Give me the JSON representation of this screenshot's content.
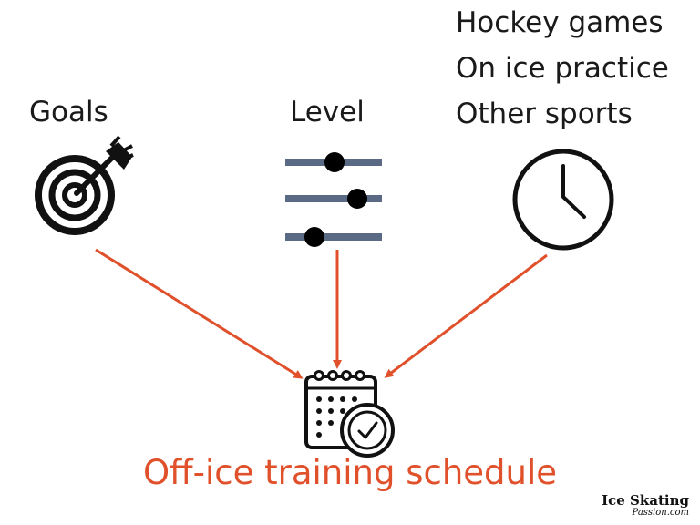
{
  "nodes": {
    "goals": "Goals",
    "level": "Level",
    "time_factors": [
      "Hockey games",
      "On ice practice",
      "Other sports"
    ],
    "output": "Off-ice training schedule"
  },
  "icons": {
    "goals": "target-arrow-icon",
    "level": "slider-levels-icon",
    "time": "clock-icon",
    "output": "calendar-clock-icon"
  },
  "colors": {
    "arrow": "#e0502a",
    "title": "#e0502a",
    "slider_track": "#5a6a85",
    "text": "#1a1a1a"
  },
  "logo": {
    "line1": "Ice Skating",
    "line2": "Passion.com"
  }
}
